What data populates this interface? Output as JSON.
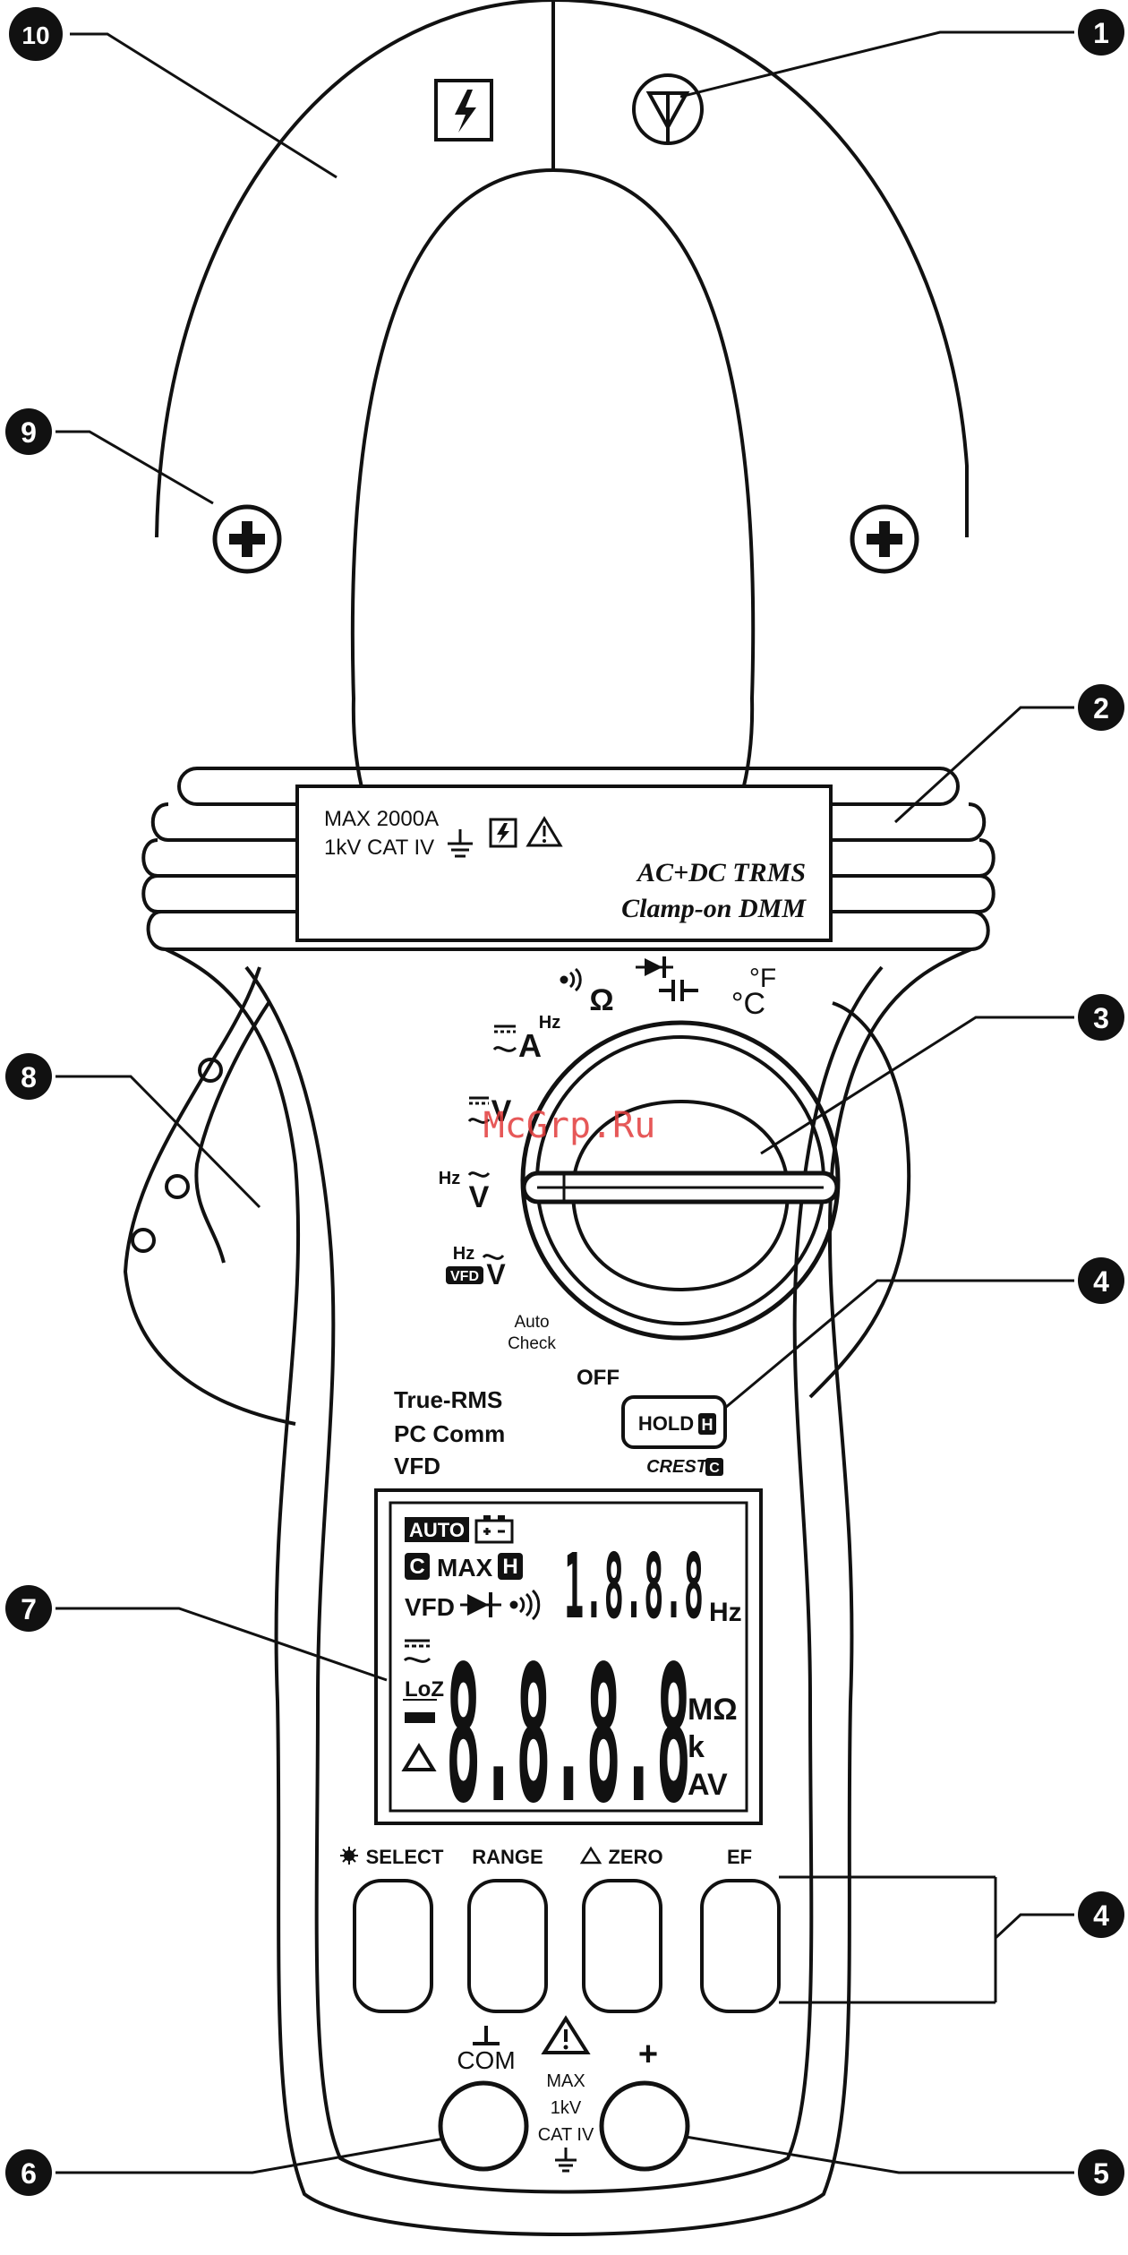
{
  "callouts": [
    {
      "num": "1"
    },
    {
      "num": "2"
    },
    {
      "num": "3"
    },
    {
      "num": "4"
    },
    {
      "num": "4"
    },
    {
      "num": "5"
    },
    {
      "num": "6"
    },
    {
      "num": "7"
    },
    {
      "num": "8"
    },
    {
      "num": "9"
    },
    {
      "num": "10"
    }
  ],
  "label_plate": {
    "max_current": "MAX 2000A",
    "category": "1kV CAT IV",
    "line1": "AC+DC TRMS",
    "line2": "Clamp-on DMM"
  },
  "dial": {
    "ohm": "Ω",
    "temp_c": "°C",
    "temp_f": "°F",
    "hz": "Hz",
    "amp": "A",
    "volt": "V",
    "vfd": "VFD",
    "auto_check": [
      "Auto",
      "Check"
    ],
    "off": "OFF"
  },
  "watermark": "McGrp.Ru",
  "features": [
    "True-RMS",
    "PC Comm",
    "VFD"
  ],
  "hold_button": {
    "label": "HOLD",
    "sub": "CREST"
  },
  "lcd": {
    "auto": "AUTO",
    "max": "MAX",
    "vfd": "VFD",
    "loz": "LoZ",
    "small_digits": "1.8.8.8",
    "big_digits": "8.8.8.8",
    "unit_hz": "Hz",
    "unit_mohm": "MΩ",
    "unit_k": "k",
    "unit_av": "AV",
    "c_icon": "C",
    "h_icon": "H"
  },
  "buttons": [
    {
      "label": "SELECT"
    },
    {
      "label": "RANGE"
    },
    {
      "label": "ZERO"
    },
    {
      "label": "EF"
    }
  ],
  "terminals": {
    "com_label": "COM",
    "plus_label": "+",
    "rating": [
      "MAX",
      "1kV",
      "CAT IV"
    ]
  }
}
